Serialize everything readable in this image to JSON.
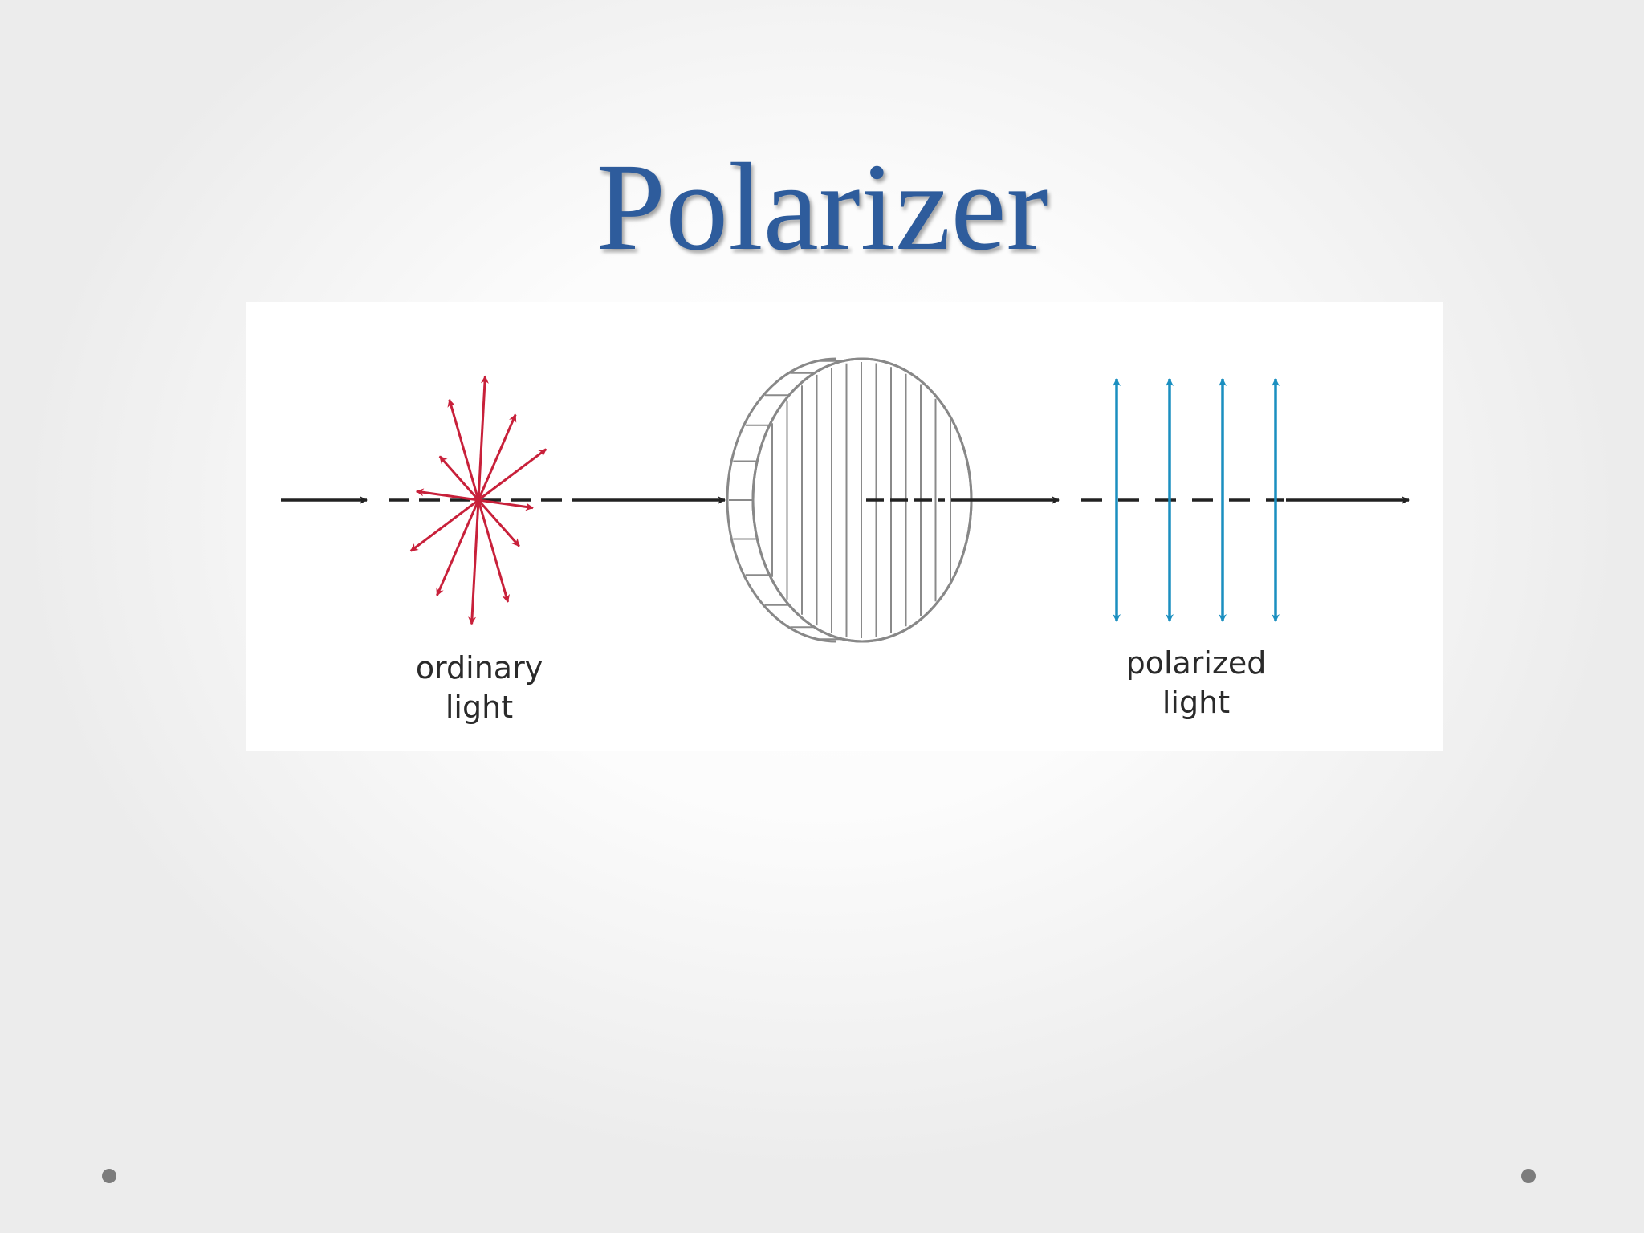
{
  "slide": {
    "title": "Polarizer"
  },
  "figure": {
    "labels": {
      "ordinary_line1": "ordinary",
      "ordinary_line2": "light",
      "polarized_line1": "polarized",
      "polarized_line2": "light"
    },
    "colors": {
      "ordinary_light": "#c8203a",
      "polarized_light": "#1b8fc0",
      "beam": "#222222",
      "filter_outline": "#8a8a8a",
      "title": "#2e5c9c"
    },
    "ordinary_light_vector_count": 12,
    "polarized_light_vector_count": 4
  }
}
